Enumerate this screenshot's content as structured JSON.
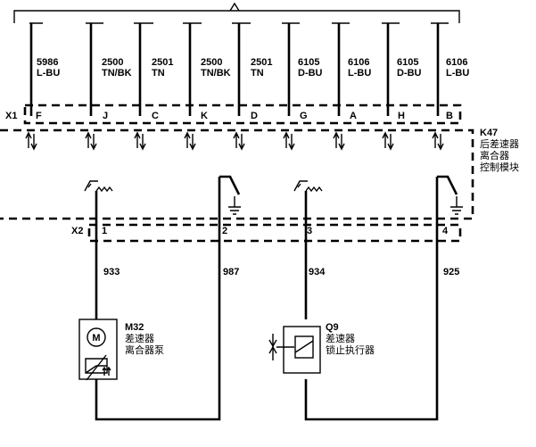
{
  "x1_connector": {
    "label": "X1",
    "pins": [
      {
        "pin": "F",
        "circuit": "5986",
        "color": "L-BU"
      },
      {
        "pin": "J",
        "circuit": "2500",
        "color": "TN/BK"
      },
      {
        "pin": "C",
        "circuit": "2501",
        "color": "TN"
      },
      {
        "pin": "K",
        "circuit": "2500",
        "color": "TN/BK"
      },
      {
        "pin": "D",
        "circuit": "2501",
        "color": "TN"
      },
      {
        "pin": "G",
        "circuit": "6105",
        "color": "D-BU"
      },
      {
        "pin": "A",
        "circuit": "6106",
        "color": "L-BU"
      },
      {
        "pin": "H",
        "circuit": "6105",
        "color": "D-BU"
      },
      {
        "pin": "B",
        "circuit": "6106",
        "color": "L-BU"
      }
    ]
  },
  "module": {
    "id": "K47",
    "name_lines": [
      "后差速器",
      "离合器",
      "控制模块"
    ]
  },
  "x2_connector": {
    "label": "X2",
    "pins": [
      {
        "pin": "1",
        "circuit": "933"
      },
      {
        "pin": "2",
        "circuit": "987"
      },
      {
        "pin": "3",
        "circuit": "934"
      },
      {
        "pin": "4",
        "circuit": "925"
      }
    ]
  },
  "components": {
    "m32": {
      "id": "M32",
      "lines": [
        "差速器",
        "离合器泵"
      ],
      "symbol": "M"
    },
    "q9": {
      "id": "Q9",
      "lines": [
        "差速器",
        "锁止执行器"
      ]
    }
  }
}
